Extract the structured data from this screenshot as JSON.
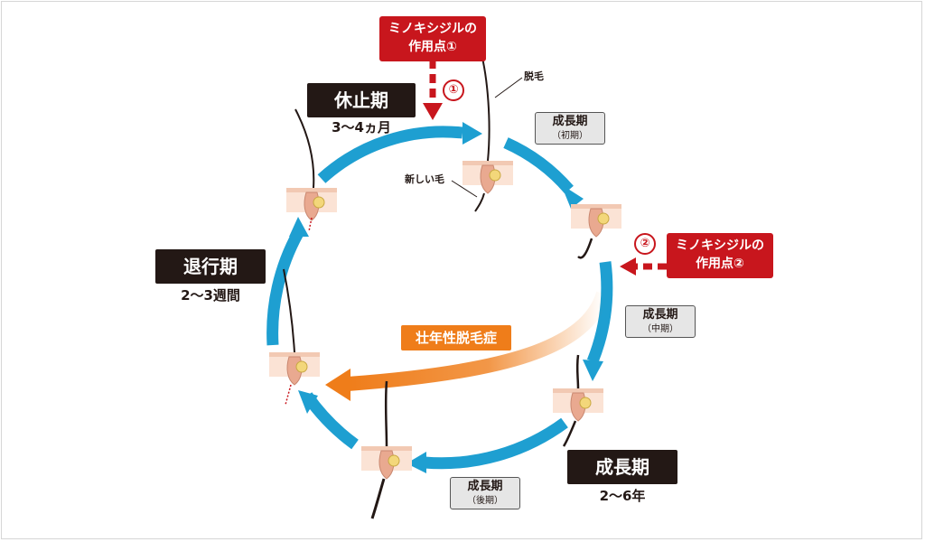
{
  "phases": {
    "kyushi": {
      "label": "休止期",
      "duration": "3〜4ヵ月"
    },
    "taiko": {
      "label": "退行期",
      "duration": "2〜3週間"
    },
    "seicho": {
      "label": "成長期",
      "duration": "2〜6年"
    }
  },
  "stages": {
    "early": {
      "label": "成長期",
      "sub": "（初期）"
    },
    "middle": {
      "label": "成長期",
      "sub": "（中期）"
    },
    "late": {
      "label": "成長期",
      "sub": "（後期）"
    }
  },
  "minoxidil": {
    "point1": {
      "line1": "ミノキシジルの",
      "line2": "作用点①",
      "number": "①"
    },
    "point2": {
      "line1": "ミノキシジルの",
      "line2": "作用点②",
      "number": "②"
    }
  },
  "aga_label": "壮年性脱毛症",
  "labels": {
    "shedding": "脱毛",
    "new_hair": "新しい毛"
  },
  "colors": {
    "cycle_arrow": "#1e9fd1",
    "red": "#c8161d",
    "orange": "#ef7d1a",
    "dark": "#231815",
    "skin": "#f2c9b3"
  }
}
